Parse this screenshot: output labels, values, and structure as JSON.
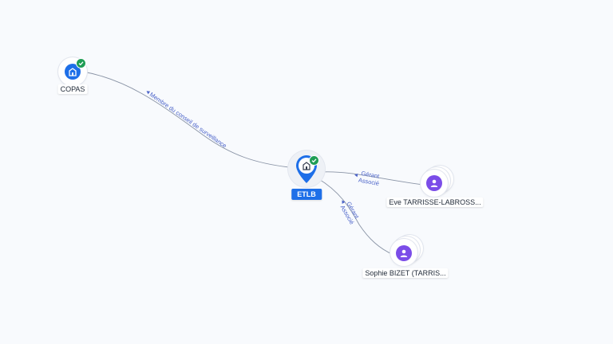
{
  "nodes": {
    "copas": {
      "label": "COPAS",
      "icon": "company-icon",
      "verified": true,
      "color": "#1e6fe8"
    },
    "etlb": {
      "label": "ETLB",
      "icon": "company-icon",
      "verified": true,
      "color": "#1e6fe8"
    },
    "eve": {
      "label": "Eve TARRISSE-LABROSS...",
      "icon": "person-icon",
      "color": "#7b4de8"
    },
    "sophie": {
      "label": "Sophie BIZET (TARRIS...",
      "icon": "person-icon",
      "color": "#7b4de8"
    }
  },
  "edges": {
    "copas_etlb": {
      "label": "Membre du conseil de surveillance"
    },
    "etlb_eve": {
      "label_line1": "Gérant",
      "label_line2": "Associé"
    },
    "etlb_sophie": {
      "label_line1": "Gérant",
      "label_line2": "Associé"
    }
  }
}
